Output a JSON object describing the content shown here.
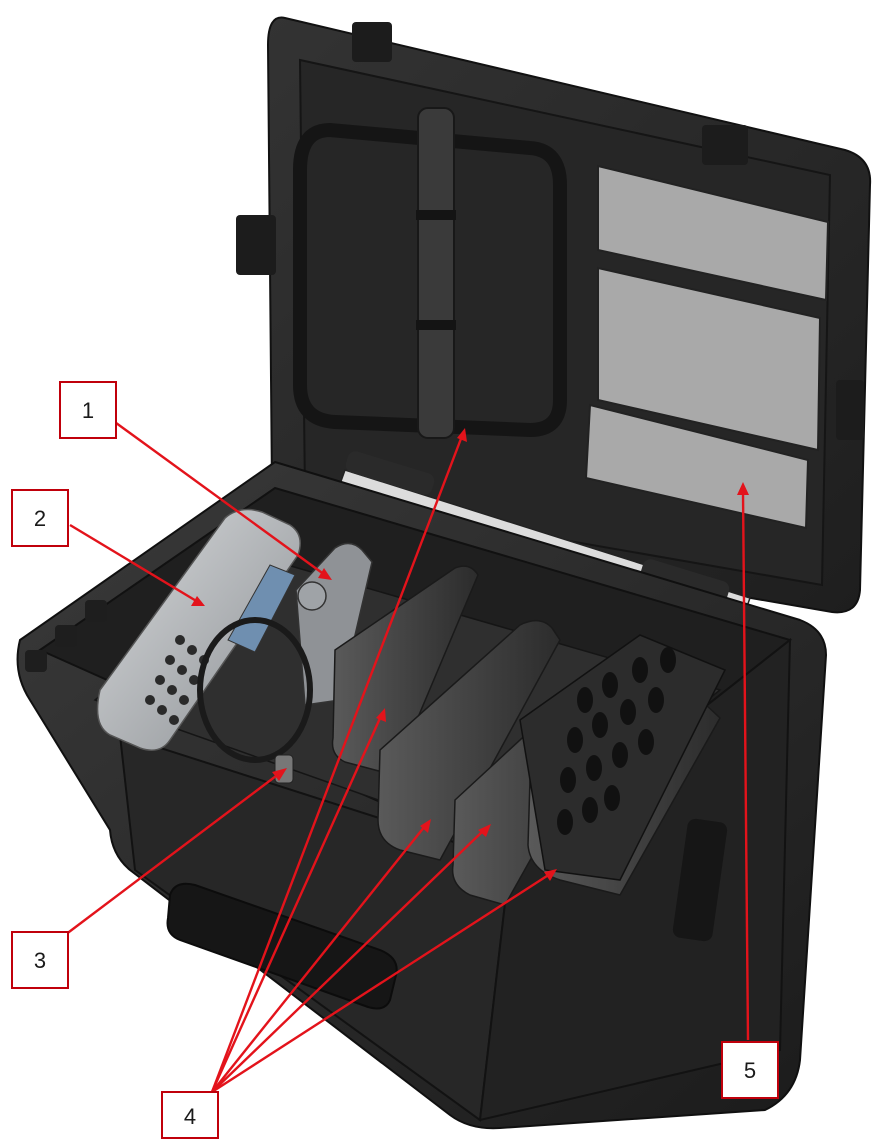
{
  "callouts": [
    {
      "id": "1",
      "label": "1"
    },
    {
      "id": "2",
      "label": "2"
    },
    {
      "id": "3",
      "label": "3"
    },
    {
      "id": "4",
      "label": "4"
    },
    {
      "id": "5",
      "label": "5"
    }
  ],
  "colors": {
    "callout_border": "#c0000b",
    "leader_line": "#e3131b",
    "case_body": "#2b2b2b",
    "case_shadow": "#161616",
    "foam_insert": "#3a3a3a",
    "lid_panel": "#a9a9a9",
    "device_silver": "#b8bcc0",
    "device_screen": "#6f8fb0"
  }
}
